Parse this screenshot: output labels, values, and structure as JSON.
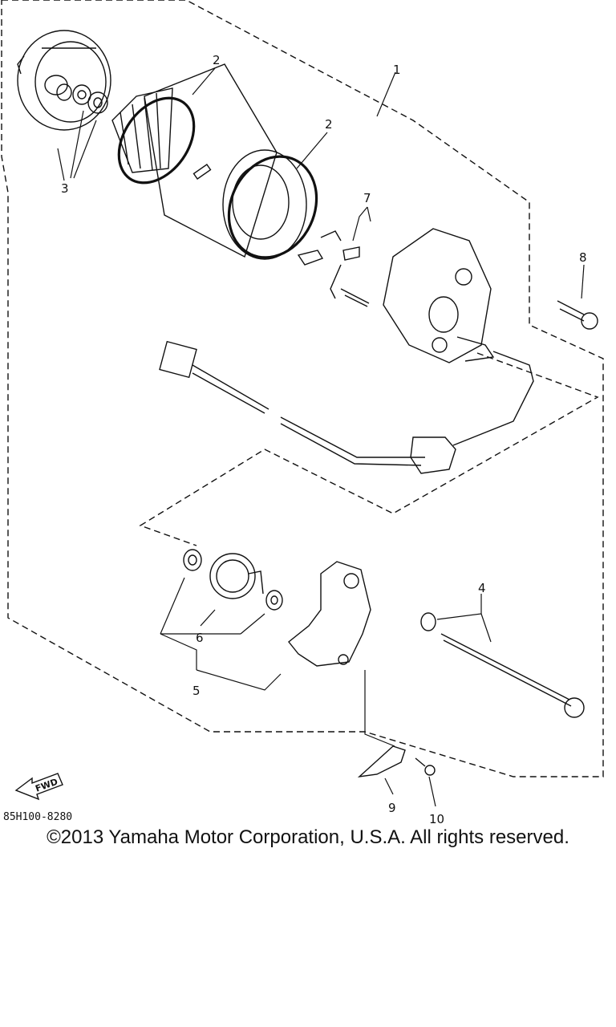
{
  "diagram": {
    "part_numbers": [
      "1",
      "2",
      "3",
      "4",
      "5",
      "6",
      "7",
      "8",
      "9",
      "10"
    ],
    "drawing_code": "85H100-8280",
    "fwd_label": "FWD"
  },
  "footer": {
    "copyright": "©2013 Yamaha Motor Corporation, U.S.A. All rights reserved."
  }
}
